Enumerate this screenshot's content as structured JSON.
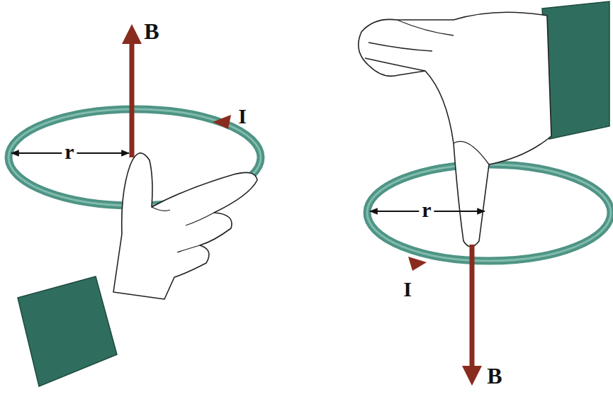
{
  "diagram": {
    "labels": [
      "B",
      "I",
      "r",
      "r",
      "I",
      "B"
    ]
  }
}
